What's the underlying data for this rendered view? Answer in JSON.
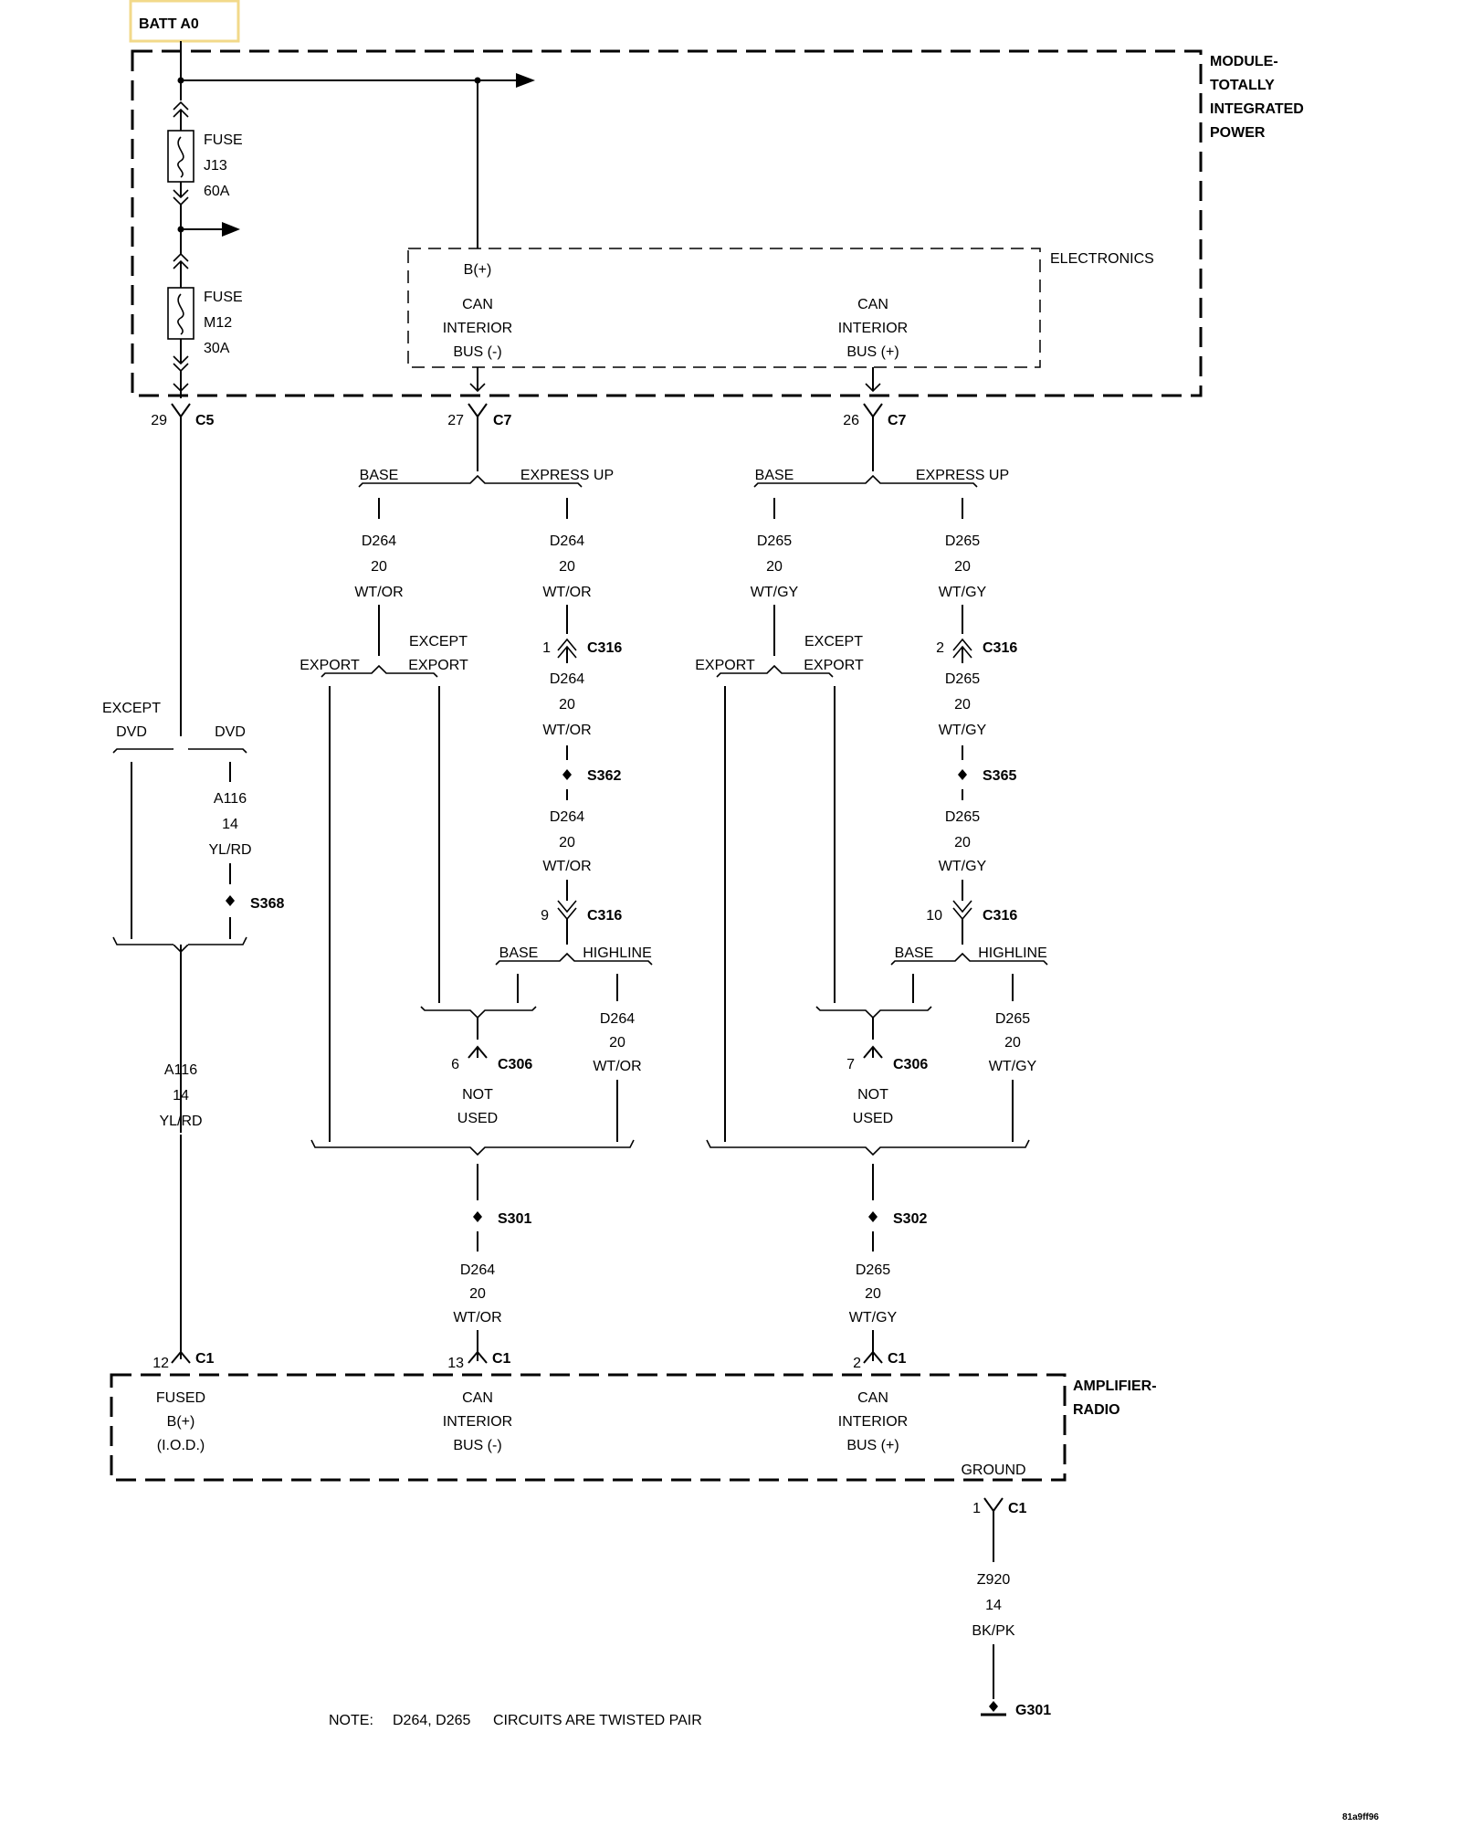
{
  "battery_label": "BATT A0",
  "battery_box_color": "#f2d98a",
  "tipm": {
    "name_lines": [
      "MODULE-",
      "TOTALLY",
      "INTEGRATED",
      "POWER"
    ],
    "electronics": "ELECTRONICS",
    "bplus": "B(+)",
    "can_minus": [
      "CAN",
      "INTERIOR",
      "BUS (-)"
    ],
    "can_plus": [
      "CAN",
      "INTERIOR",
      "BUS (+)"
    ]
  },
  "fuses": [
    {
      "lines": [
        "FUSE",
        "J13",
        "60A"
      ]
    },
    {
      "lines": [
        "FUSE",
        "M12",
        "30A"
      ]
    }
  ],
  "connectors": {
    "c5": {
      "pin": "29",
      "name": "C5"
    },
    "c7a": {
      "pin": "27",
      "name": "C7"
    },
    "c7b": {
      "pin": "26",
      "name": "C7"
    },
    "c316_1": {
      "pin": "1",
      "name": "C316"
    },
    "c316_2": {
      "pin": "2",
      "name": "C316"
    },
    "c316_9": {
      "pin": "9",
      "name": "C316"
    },
    "c316_10": {
      "pin": "10",
      "name": "C316"
    },
    "c306_6": {
      "pin": "6",
      "name": "C306"
    },
    "c306_7": {
      "pin": "7",
      "name": "C306"
    },
    "c1_12": {
      "pin": "12",
      "name": "C1"
    },
    "c1_13": {
      "pin": "13",
      "name": "C1"
    },
    "c1_2": {
      "pin": "2",
      "name": "C1"
    },
    "c1_1": {
      "pin": "1",
      "name": "C1"
    }
  },
  "splices": {
    "s362": "S362",
    "s365": "S365",
    "s368": "S368",
    "s301": "S301",
    "s302": "S302"
  },
  "options": {
    "base": "BASE",
    "express_up": "EXPRESS UP",
    "export": "EXPORT",
    "except": "EXCEPT",
    "dvd": "DVD",
    "highline": "HIGHLINE",
    "not_used": [
      "NOT",
      "USED"
    ]
  },
  "wires": {
    "d264": [
      "D264",
      "20",
      "WT/OR"
    ],
    "d265": [
      "D265",
      "20",
      "WT/GY"
    ],
    "a116": [
      "A116",
      "14",
      "YL/RD"
    ],
    "z920": [
      "Z920",
      "14",
      "BK/PK"
    ]
  },
  "amp": {
    "name_lines": [
      "AMPLIFIER-",
      "RADIO"
    ],
    "fused": [
      "FUSED",
      "B(+)",
      "(I.O.D.)"
    ],
    "can_minus": [
      "CAN",
      "INTERIOR",
      "BUS (-)"
    ],
    "can_plus": [
      "CAN",
      "INTERIOR",
      "BUS (+)"
    ],
    "ground": "GROUND"
  },
  "ground_label": "G301",
  "note": {
    "prefix": "NOTE:",
    "circuits": "D264, D265",
    "text": "CIRCUITS ARE TWISTED PAIR"
  },
  "figure_id": "81a9ff96"
}
